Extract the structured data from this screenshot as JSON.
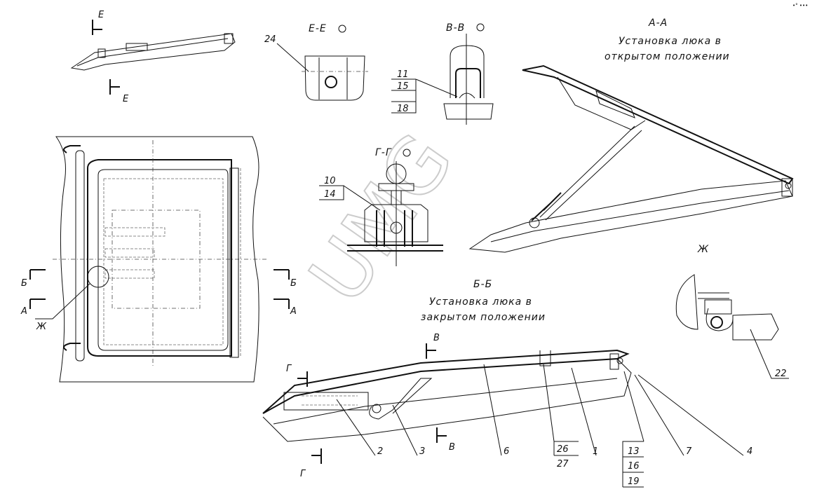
{
  "corner_mark": "•° •••",
  "watermark": "UMG",
  "views": {
    "ee": {
      "title": "Е-Е",
      "cut_top": "Е",
      "cut_bottom": "Е",
      "callout": "24"
    },
    "vv": {
      "title": "В-В",
      "callouts": [
        "11",
        "15",
        "18"
      ]
    },
    "gg": {
      "title": "Г-Г",
      "callouts": [
        "10",
        "14"
      ]
    },
    "aa": {
      "title": "А-А",
      "subtitle_1": "Установка люка в",
      "subtitle_2": "открытом положении"
    },
    "zh": {
      "title": "Ж",
      "callout": "22"
    },
    "bb": {
      "title": "Б-Б",
      "subtitle_1": "Установка люка в",
      "subtitle_2": "закрытом положении",
      "cut_v_top": "В",
      "cut_v_bottom": "В",
      "cut_g_top": "Г",
      "cut_g_bottom": "Г",
      "callouts": [
        "2",
        "3",
        "6",
        "26",
        "27",
        "1",
        "13",
        "16",
        "19",
        "7",
        "4"
      ]
    },
    "plan": {
      "cut_b_left": "Б",
      "cut_b_right": "Б",
      "cut_a_left": "А",
      "cut_a_right": "А",
      "detail": "Ж"
    }
  }
}
